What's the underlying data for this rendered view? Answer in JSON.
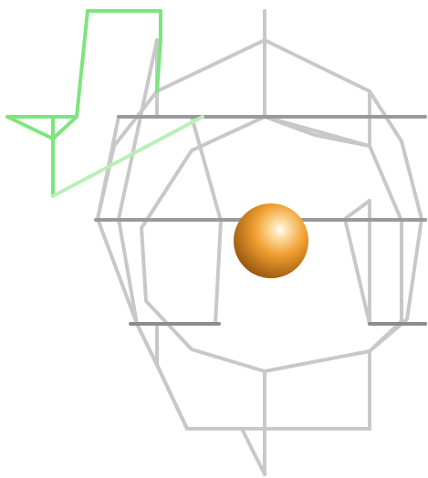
{
  "scene": {
    "background_color": "#ffffff",
    "atoms": [
      {
        "name": "central-ion",
        "element": "metal-ion",
        "color": "#f0a030"
      }
    ],
    "fragments": [
      {
        "name": "grey-ligand-cage",
        "color": "#c8c8c8",
        "shadow_color": "#8c8c8c"
      },
      {
        "name": "green-ligand-fragment",
        "color": "#7de57d"
      }
    ]
  }
}
